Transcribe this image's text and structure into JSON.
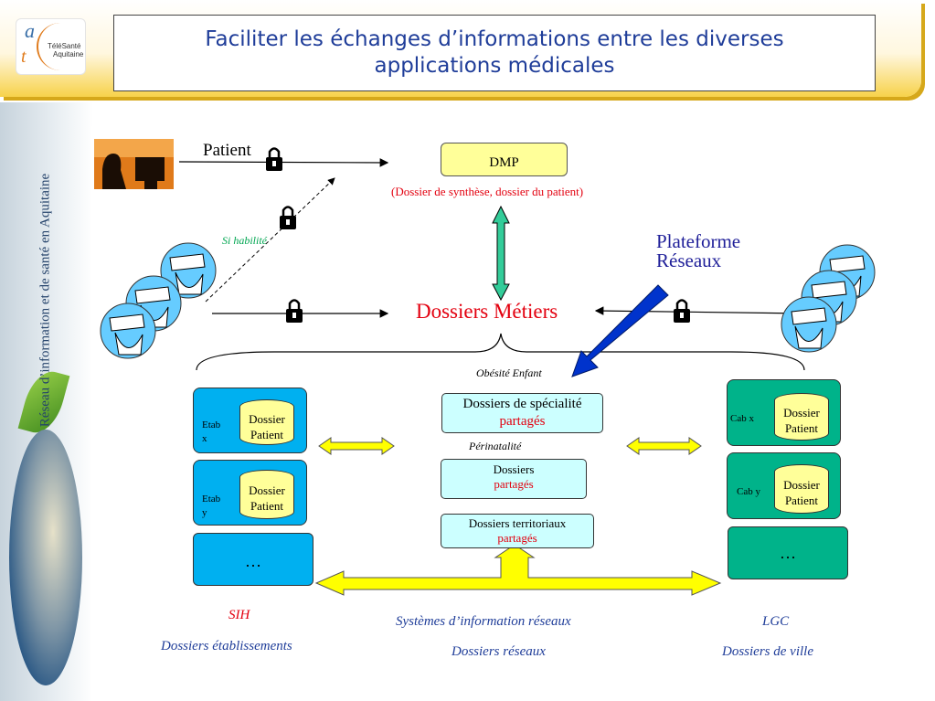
{
  "header": {
    "title": "Faciliter les échanges d’informations entre les diverses applications médicales",
    "logo_text_line1": "TéléSanté",
    "logo_text_line2": "Aquitaine",
    "logo_letter_a": "a",
    "logo_letter_t": "t"
  },
  "sidebar": {
    "vertical_text": "Réseau d’information et de santé en Aquitaine"
  },
  "diagram": {
    "patient_label": "Patient",
    "dmp_label": "DMP",
    "dmp_caption": "(Dossier de synthèse, dossier du patient)",
    "si_habilite": "Si habilité",
    "plateforme_line1": "Plateforme",
    "plateforme_line2": "Réseaux",
    "dossiers_metiers": "Dossiers Métiers",
    "obesite": "Obésité Enfant",
    "perinatalite": "Périnatalité",
    "center_boxes": [
      {
        "line1": "Dossiers de spécialité",
        "line2": "partagés"
      },
      {
        "line1": "Dossiers",
        "line2": "partagés"
      },
      {
        "line1": "Dossiers territoriaux",
        "line2": "partagés"
      }
    ],
    "left_boxes": [
      {
        "label_line1": "Etab",
        "label_line2": "x",
        "cyl_line1": "Dossier",
        "cyl_line2": "Patient"
      },
      {
        "label_line1": "Etab",
        "label_line2": "y",
        "cyl_line1": "Dossier",
        "cyl_line2": "Patient"
      },
      {
        "ellipsis": "…"
      }
    ],
    "right_boxes": [
      {
        "label": "Cab x",
        "cyl_line1": "Dossier",
        "cyl_line2": "Patient"
      },
      {
        "label": "Cab y",
        "cyl_line1": "Dossier",
        "cyl_line2": "Patient"
      },
      {
        "ellipsis": "…"
      }
    ],
    "bottom": {
      "sih": "SIH",
      "sih_sub": "Dossiers établissements",
      "reseaux": "Systèmes d’information réseaux",
      "reseaux_sub": "Dossiers  réseaux",
      "lgc": "LGC",
      "lgc_sub": "Dossiers de ville"
    },
    "colors": {
      "cyan_box": "#00b0f0",
      "teal_box": "#00b38a",
      "light_cyan": "#ccffff",
      "yellow": "#ffff99",
      "arrow_yellow": "#ffff00",
      "blue_arrow": "#0033cc",
      "green_arrow": "#33cc99",
      "red_text": "#e3000f"
    }
  }
}
